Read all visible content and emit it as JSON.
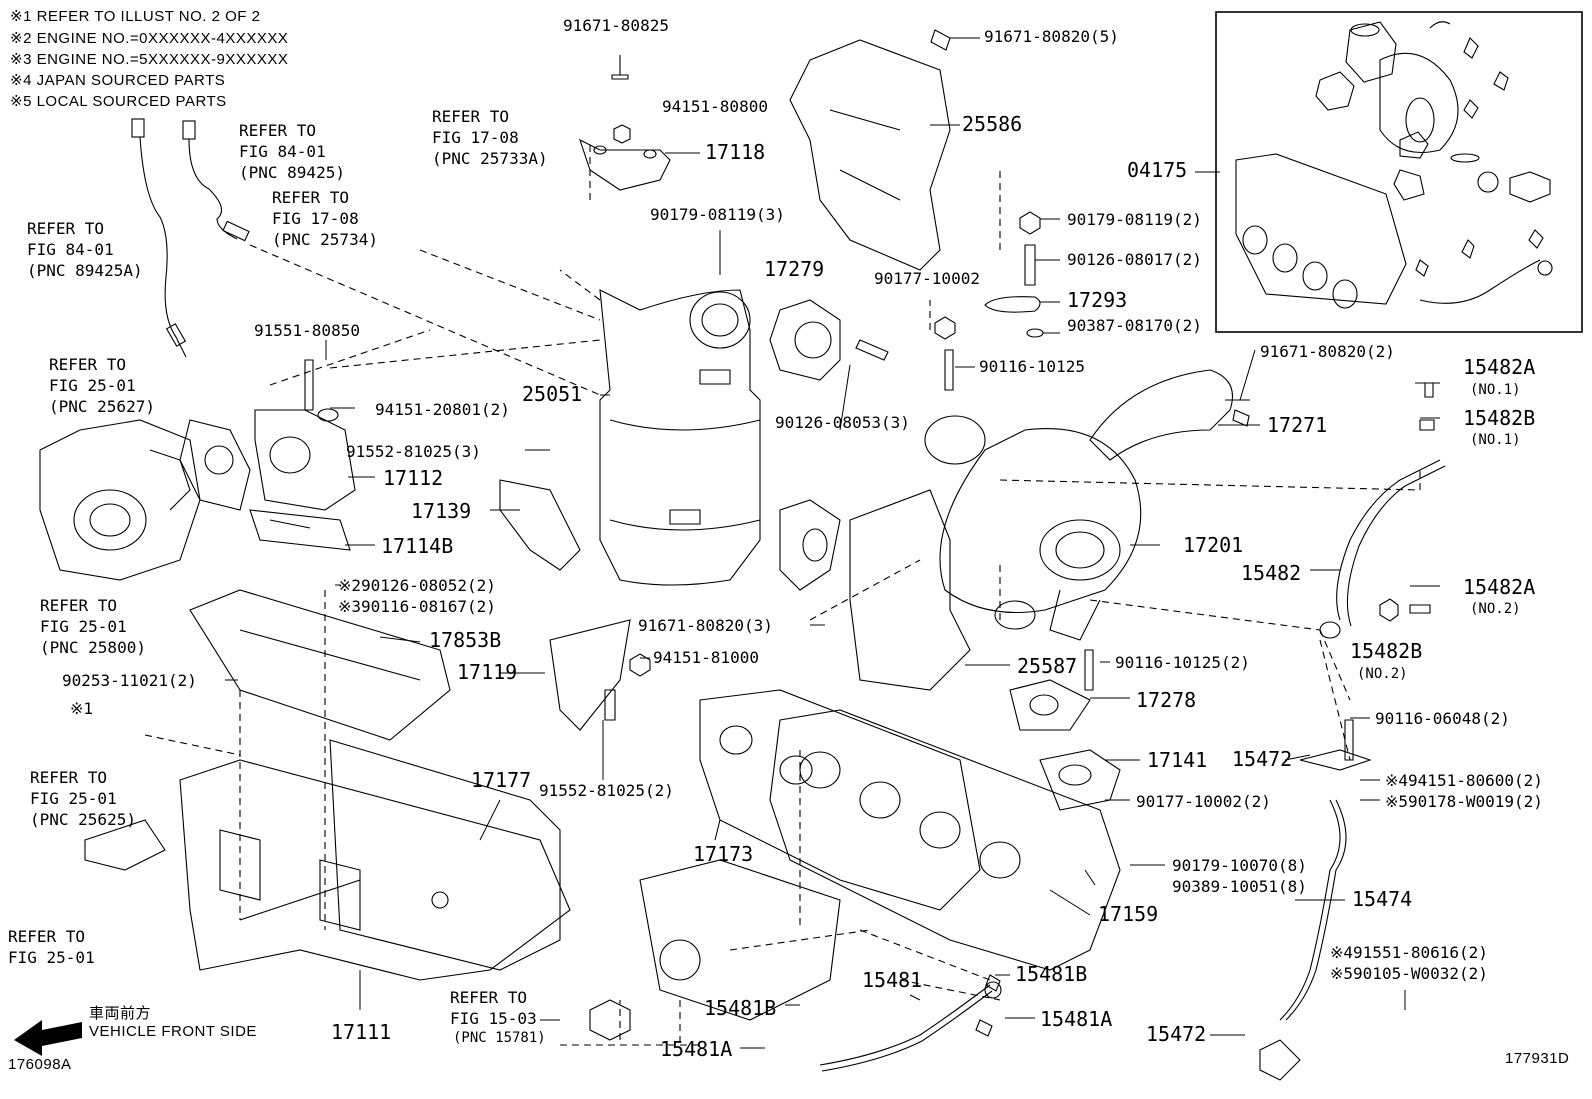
{
  "notes": [
    "※1 REFER TO ILLUST NO. 2 OF 2",
    "※2 ENGINE NO.=0XXXXXX-4XXXXXX",
    "※3 ENGINE NO.=5XXXXXX-9XXXXXX",
    "※4 JAPAN SOURCED PARTS",
    "※5 LOCAL SOURCED PARTS"
  ],
  "refs": {
    "r1": "REFER TO\nFIG 84-01\n(PNC 89425A)",
    "r2": "REFER TO\nFIG 84-01\n(PNC 89425)",
    "r3": "REFER TO\nFIG 17-08\n(PNC 25734)",
    "r4": "REFER TO\nFIG 17-08\n(PNC 25733A)",
    "r5": "REFER TO\nFIG 25-01\n(PNC 25627)",
    "r6": "REFER TO\nFIG 25-01\n(PNC 25800)",
    "r7": "REFER TO\nFIG 25-01\n(PNC 25625)",
    "r8": "REFER TO\nFIG 25-01",
    "r9": "REFER TO\nFIG 15-03",
    "r9b": "(PNC 15781)"
  },
  "labels": {
    "p91671_80825": "91671-80825",
    "p94151_80800": "94151-80800",
    "p17118": "17118",
    "p91671_80820_5": "91671-80820(5)",
    "p25586": "25586",
    "p04175": "04175",
    "p90179_08119_3": "90179-08119(3)",
    "p17279": "17279",
    "p90179_08119_2": "90179-08119(2)",
    "p90126_08017_2": "90126-08017(2)",
    "p90177_10002": "90177-10002",
    "p17293": "17293",
    "p90387_08170_2": "90387-08170(2)",
    "p91551_80850": "91551-80850",
    "p25051": "25051",
    "p90116_10125": "90116-10125",
    "p91671_80820_2": "91671-80820(2)",
    "p15482A_1": "15482A",
    "p15482A_1n": "(NO.1)",
    "p15482B_1": "15482B",
    "p15482B_1n": "(NO.1)",
    "p90126_08053_3": "90126-08053(3)",
    "p94151_20801_2": "94151-20801(2)",
    "p17271": "17271",
    "p91552_81025_3": "91552-81025(3)",
    "p17112": "17112",
    "p17139": "17139",
    "p17114B": "17114B",
    "p17201": "17201",
    "p15482": "15482",
    "p15482A_2": "15482A",
    "p15482A_2n": "(NO.2)",
    "p90126_08052": "※290126-08052(2)",
    "p90116_08167": "※390116-08167(2)",
    "p91671_80820_3": "91671-80820(3)",
    "p15482B_2": "15482B",
    "p15482B_2n": "(NO.2)",
    "p17853B": "17853B",
    "p94151_81000": "94151-81000",
    "p17119": "17119",
    "p25587": "25587",
    "p90116_10125_2": "90116-10125(2)",
    "p90253_11021_2": "90253-11021(2)",
    "p17278": "17278",
    "p_note1": "※1",
    "p90116_06048_2": "90116-06048(2)",
    "p91552_81025_2": "91552-81025(2)",
    "p15472_top": "15472",
    "p17141": "17141",
    "p94151_80600": "※494151-80600(2)",
    "p90178_W0019": "※590178-W0019(2)",
    "p17177": "17177",
    "p90177_10002_2": "90177-10002(2)",
    "p17173": "17173",
    "p90179_10070_8": "90179-10070(8)",
    "p90389_10051_8": "90389-10051(8)",
    "p15474": "15474",
    "p17159": "17159",
    "p91551_80616": "※491551-80616(2)",
    "p90105_W0032": "※590105-W0032(2)",
    "p15481": "15481",
    "p15481B_r": "15481B",
    "p15481B_l": "15481B",
    "p15481A_r": "15481A",
    "p15481A_l": "15481A",
    "p17111": "17111",
    "p15472_bot": "15472"
  },
  "front": {
    "jp": "車両前方",
    "en": "VEHICLE FRONT SIDE"
  },
  "illus_left": "176098A",
  "illus_right": "177931D"
}
